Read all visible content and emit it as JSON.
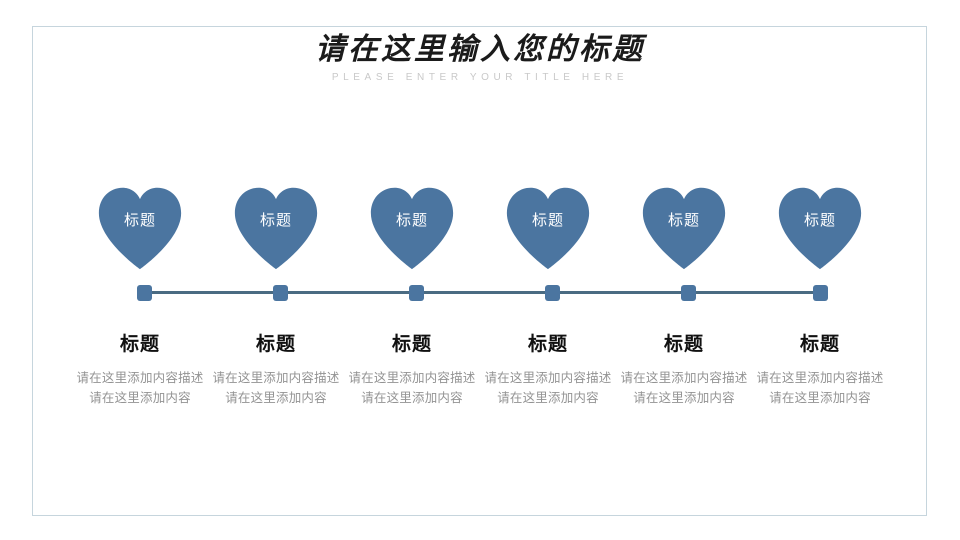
{
  "slide": {
    "title_cn": "请在这里输入您的标题",
    "title_en": "PLEASE ENTER YOUR TITLE HERE"
  },
  "colors": {
    "heart_fill": "#4b75a0",
    "heart_label": "#ffffff",
    "timeline_line": "#4a6b82",
    "timeline_node": "#4b75a0",
    "caption_title": "#111111",
    "caption_body": "#939393",
    "frame_border": "#c6d5dd",
    "background": "#ffffff"
  },
  "items": [
    {
      "heart_label": "标题",
      "caption_title": "标题",
      "caption_body": "请在这里添加内容描述请在这里添加内容"
    },
    {
      "heart_label": "标题",
      "caption_title": "标题",
      "caption_body": "请在这里添加内容描述请在这里添加内容"
    },
    {
      "heart_label": "标题",
      "caption_title": "标题",
      "caption_body": "请在这里添加内容描述请在这里添加内容"
    },
    {
      "heart_label": "标题",
      "caption_title": "标题",
      "caption_body": "请在这里添加内容描述请在这里添加内容"
    },
    {
      "heart_label": "标题",
      "caption_title": "标题",
      "caption_body": "请在这里添加内容描述请在这里添加内容"
    },
    {
      "heart_label": "标题",
      "caption_title": "标题",
      "caption_body": "请在这里添加内容描述请在这里添加内容"
    }
  ]
}
